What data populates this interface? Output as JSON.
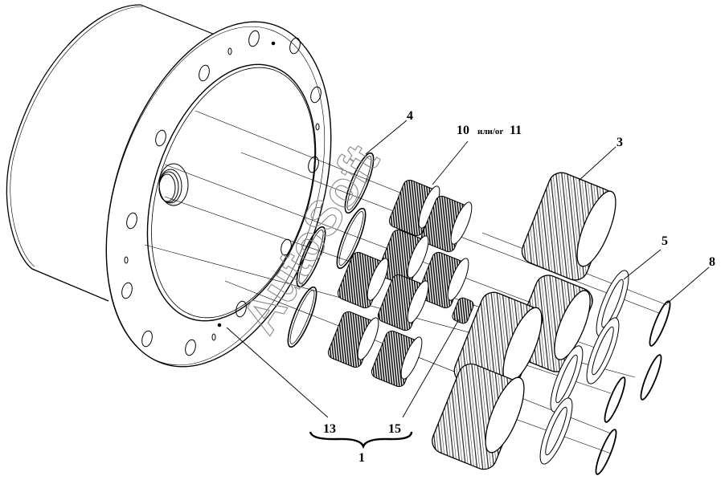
{
  "diagram": {
    "type": "exploded-view parts diagram",
    "subject": "planetary gear reduction housing assembly",
    "watermark": "AutoSoft",
    "callouts": [
      {
        "id": "4",
        "label": "4",
        "part": "o-ring seal"
      },
      {
        "id": "10or11",
        "label_main": "10",
        "label_mid": "или/or",
        "label_end": "11",
        "part": "needle roller bearings"
      },
      {
        "id": "3",
        "label": "3",
        "part": "planet gear"
      },
      {
        "id": "5",
        "label": "5",
        "part": "thrust washer"
      },
      {
        "id": "8",
        "label": "8",
        "part": "snap ring"
      },
      {
        "id": "13",
        "label": "13",
        "part": "housing"
      },
      {
        "id": "15",
        "label": "15",
        "part": "pin"
      },
      {
        "id": "1",
        "label": "1",
        "part": "assembly (13 + 15)"
      }
    ],
    "colors": {
      "line": "#000000",
      "watermark": "#8a8a8a",
      "background": "#ffffff"
    }
  }
}
